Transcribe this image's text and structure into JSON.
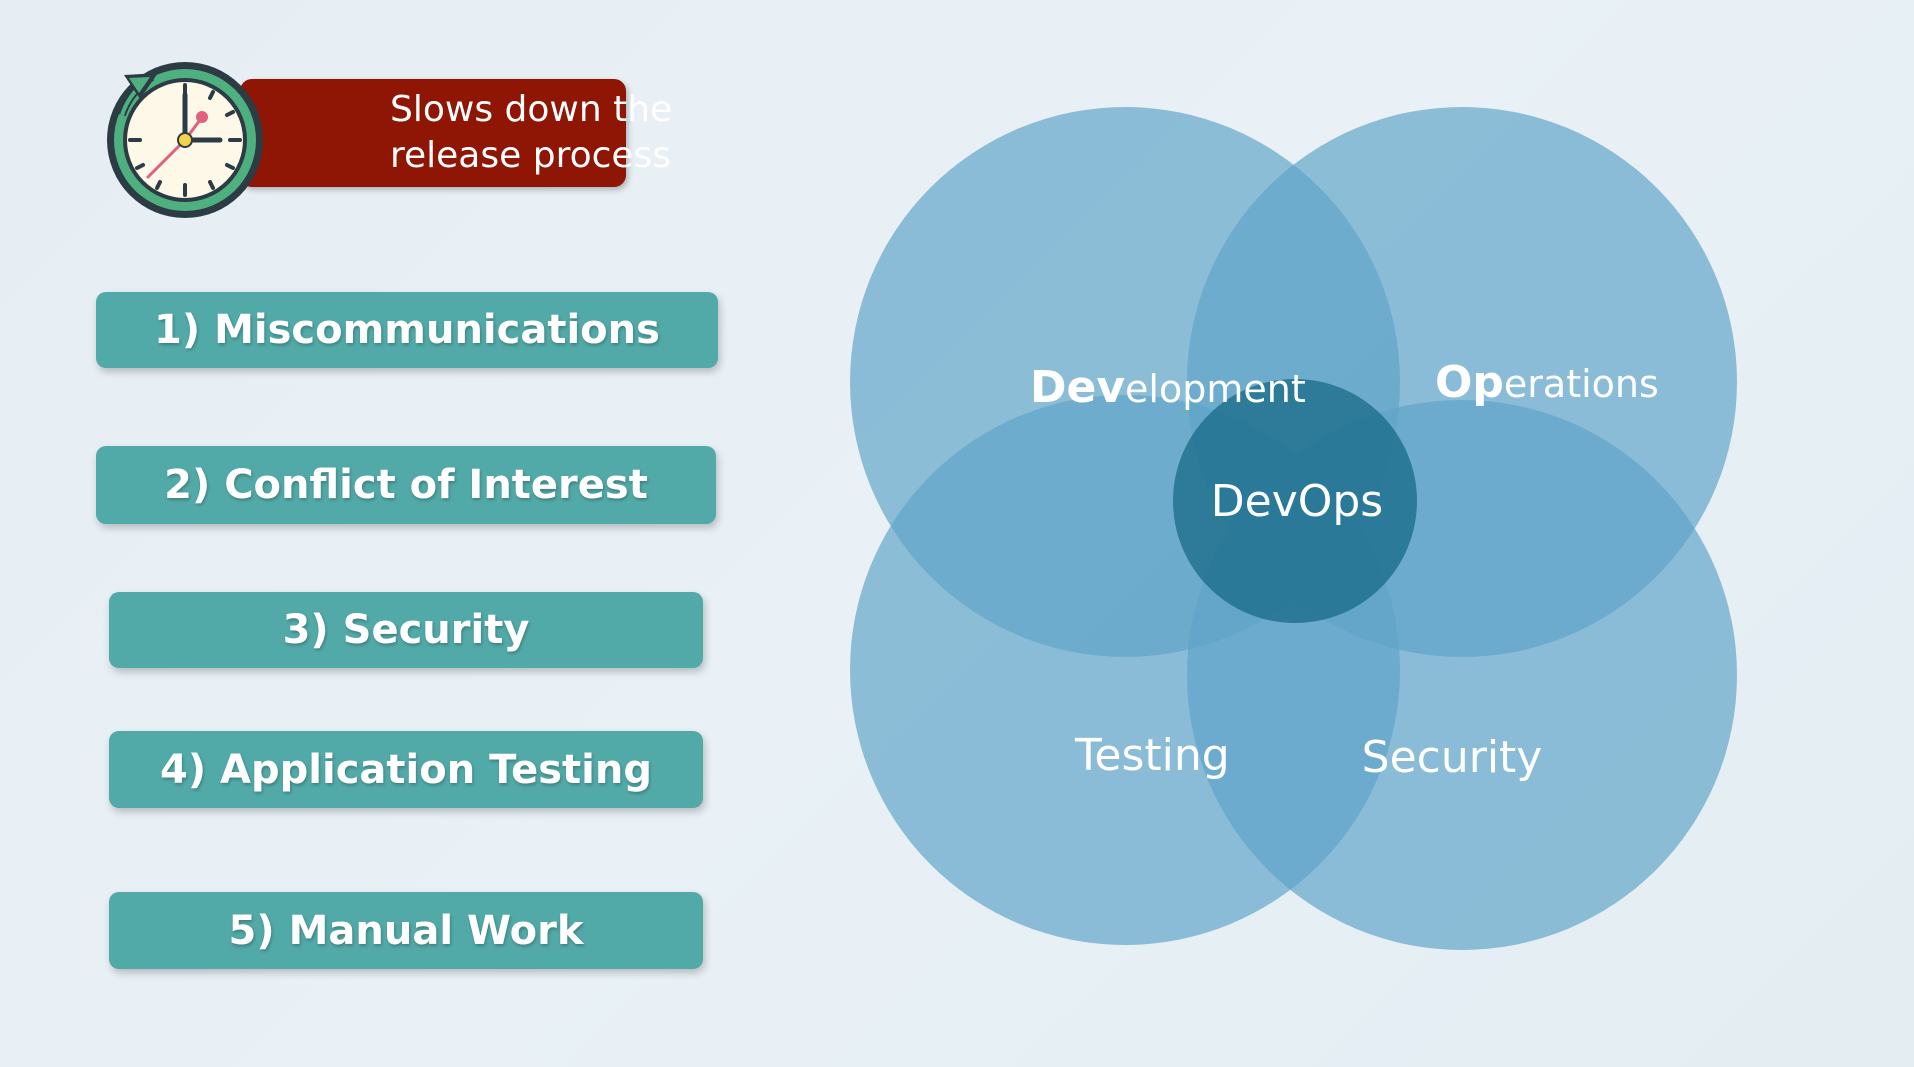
{
  "callout": {
    "line1": "Slows down the",
    "line2": "release process",
    "icon": "clock-icon",
    "color": "#8f1504"
  },
  "items": [
    "1) Miscommunications",
    "2) Conflict of Interest",
    "3) Security",
    "4) Application Testing",
    "5) Manual Work"
  ],
  "venn": {
    "development": {
      "bold": "Dev",
      "rest": "elopment"
    },
    "operations": {
      "bold": "Op",
      "rest": "erations"
    },
    "testing": "Testing",
    "security": "Security",
    "center": "DevOps"
  },
  "colors": {
    "item_bg": "#52aaa8",
    "circle": "#5fa4c9",
    "center": "#1f6f8e"
  }
}
